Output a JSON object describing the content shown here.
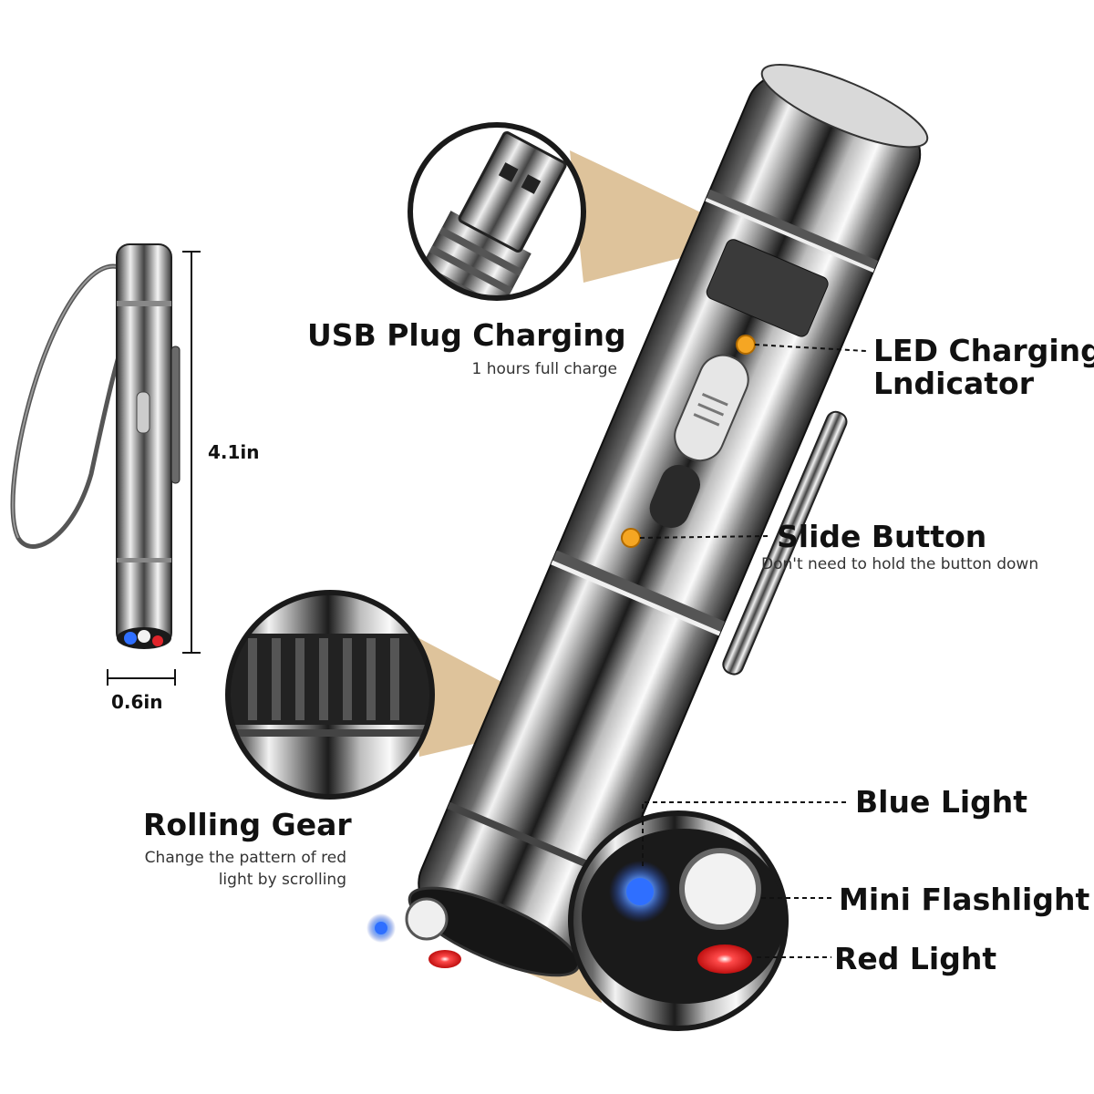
{
  "dimensions": {
    "length": "4.1in",
    "width": "0.6in"
  },
  "callouts": {
    "usb": {
      "title": "USB Plug Charging",
      "subtitle": "1 hours full charge",
      "icon": "usb-plug-icon"
    },
    "led": {
      "title_line1": "LED Charging",
      "title_line2": "Lndicator"
    },
    "slide": {
      "title": "Slide Button",
      "subtitle": "Don't need to hold the button down"
    },
    "gear": {
      "title": "Rolling Gear",
      "subtitle_line1": "Change the pattern of red",
      "subtitle_line2": "light by scrolling"
    },
    "blue": {
      "title": "Blue Light"
    },
    "flash": {
      "title": "Mini Flashlight"
    },
    "red": {
      "title": "Red Light"
    }
  },
  "colors": {
    "callout_wedge": "#d8b88a",
    "indicator_dot": "#f5a623",
    "blue_light": "#2f6fff",
    "red_light": "#e0242a",
    "metal_dark": "#1a1a1a",
    "metal_light": "#e8e8e8"
  }
}
